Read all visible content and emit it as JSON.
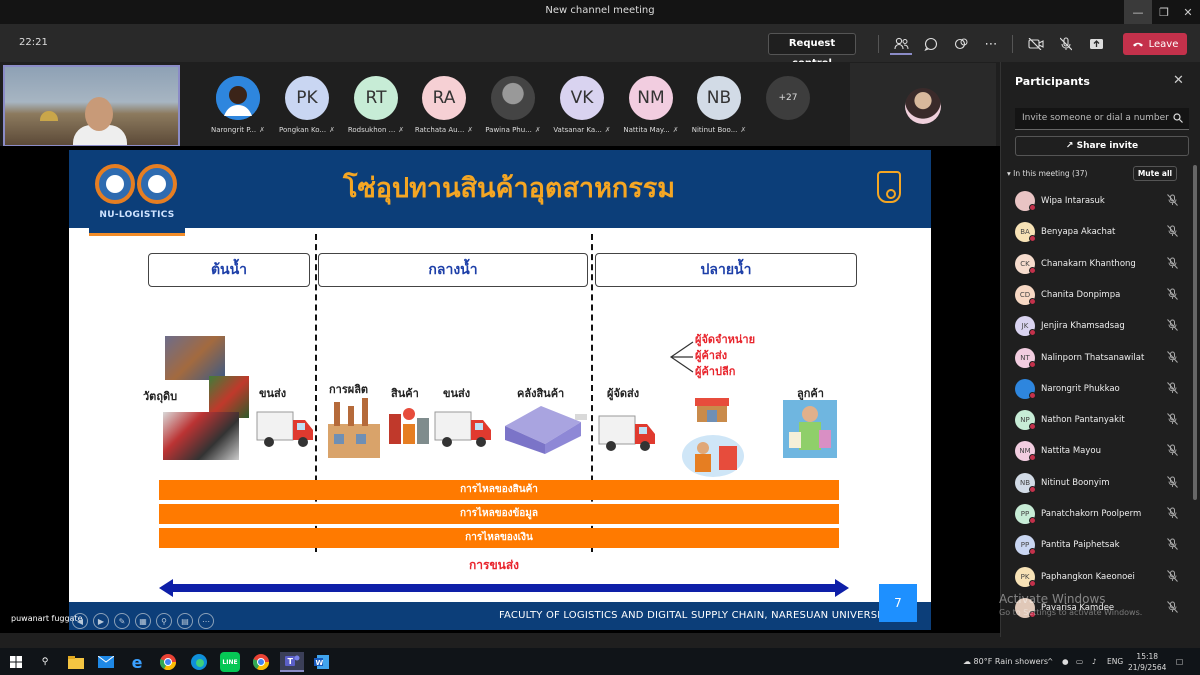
{
  "window": {
    "title": "New channel meeting"
  },
  "toolbar": {
    "timer": "22:21",
    "request_control": "Request control",
    "leave": "Leave"
  },
  "strip": {
    "participants": [
      {
        "name": "Narongrit P...",
        "initials": "",
        "color": "#2e86de"
      },
      {
        "name": "Pongkan Ko...",
        "initials": "PK",
        "color": "#c9d6f2"
      },
      {
        "name": "Rodsukhon ...",
        "initials": "RT",
        "color": "#c7ecd6"
      },
      {
        "name": "Ratchata Au...",
        "initials": "RA",
        "color": "#f6d0d4"
      },
      {
        "name": "Pawina Phu...",
        "initials": "",
        "color": "#555555"
      },
      {
        "name": "Vatsanar Ka...",
        "initials": "VK",
        "color": "#d9d3f0"
      },
      {
        "name": "Nattita May...",
        "initials": "NM",
        "color": "#f2cde0"
      },
      {
        "name": "Nitinut Boo...",
        "initials": "NB",
        "color": "#d2dbe6"
      }
    ],
    "more_count": "+27"
  },
  "slide": {
    "title": "โซ่อุปทานสินค้าอุตสาหกรรม",
    "logo_text": "NU-LOGISTICS",
    "stages": [
      "ต้นน้ำ",
      "กลางน้ำ",
      "ปลายน้ำ"
    ],
    "labels": {
      "raw": "วัตถุดิบ",
      "ship1": "ขนส่ง",
      "produce": "การผลิต",
      "product": "สินค้า",
      "ship2": "ขนส่ง",
      "warehouse": "คลังสินค้า",
      "shipper": "ผู้จัดส่ง",
      "customer": "ลูกค้า"
    },
    "distributors": [
      "ผู้จัดจำหน่าย",
      "ผู้ค้าส่ง",
      "ผู้ค้าปลีก"
    ],
    "flows": [
      "การไหลของสินค้า",
      "การไหลของข้อมูล",
      "การไหลของเงิน"
    ],
    "transport": "การขนส่ง",
    "footer": "FACULTY OF LOGISTICS AND DIGITAL SUPPLY CHAIN, NARESUAN UNIVERSITY",
    "page": "7"
  },
  "presenter_name": "puwanart fuggate",
  "panel": {
    "title": "Participants",
    "invite_placeholder": "Invite someone or dial a number",
    "share_invite": "Share invite",
    "in_meeting": "In this meeting (37)",
    "mute_all": "Mute all",
    "people": [
      {
        "name": "Wipa Intarasuk",
        "initials": "",
        "color": "#e9c4c4"
      },
      {
        "name": "Benyapa Akachat",
        "initials": "BA",
        "color": "#f7e2b6"
      },
      {
        "name": "Chanakarn Khanthong",
        "initials": "CK",
        "color": "#f6dccd"
      },
      {
        "name": "Chanita Donpimpa",
        "initials": "CD",
        "color": "#f7d8c4"
      },
      {
        "name": "Jenjira Khamsadsag",
        "initials": "JK",
        "color": "#d9d3f0"
      },
      {
        "name": "Nalinporn Thatsanawilat",
        "initials": "NT",
        "color": "#f2cde0"
      },
      {
        "name": "Narongrit Phukkao",
        "initials": "",
        "color": "#2e86de"
      },
      {
        "name": "Nathon Pantanyakit",
        "initials": "NP",
        "color": "#c7ecd6"
      },
      {
        "name": "Nattita Mayou",
        "initials": "NM",
        "color": "#f2cde0"
      },
      {
        "name": "Nitinut Boonyim",
        "initials": "NB",
        "color": "#d2dbe6"
      },
      {
        "name": "Panatchakorn Poolperm",
        "initials": "PP",
        "color": "#c7ecd6"
      },
      {
        "name": "Pantita Paiphetsak",
        "initials": "PP",
        "color": "#c9d6f2"
      },
      {
        "name": "Paphangkon Kaeonoei",
        "initials": "PK",
        "color": "#f7e2b6"
      },
      {
        "name": "Pavarisa Kamdee",
        "initials": "",
        "color": "#e0c8b8"
      }
    ]
  },
  "watermark": {
    "line1": "Activate Windows",
    "line2": "Go to Settings to activate Windows."
  },
  "taskbar": {
    "weather": "80°F  Rain showers",
    "lang": "ENG",
    "time": "15:18",
    "date": "21/9/2564"
  },
  "colors": {
    "accent": "#8b8cc7",
    "leave": "#c4314b",
    "slide_blue": "#0c3e79",
    "flow_orange": "#ff7a00",
    "title_orange": "#f5a623"
  }
}
